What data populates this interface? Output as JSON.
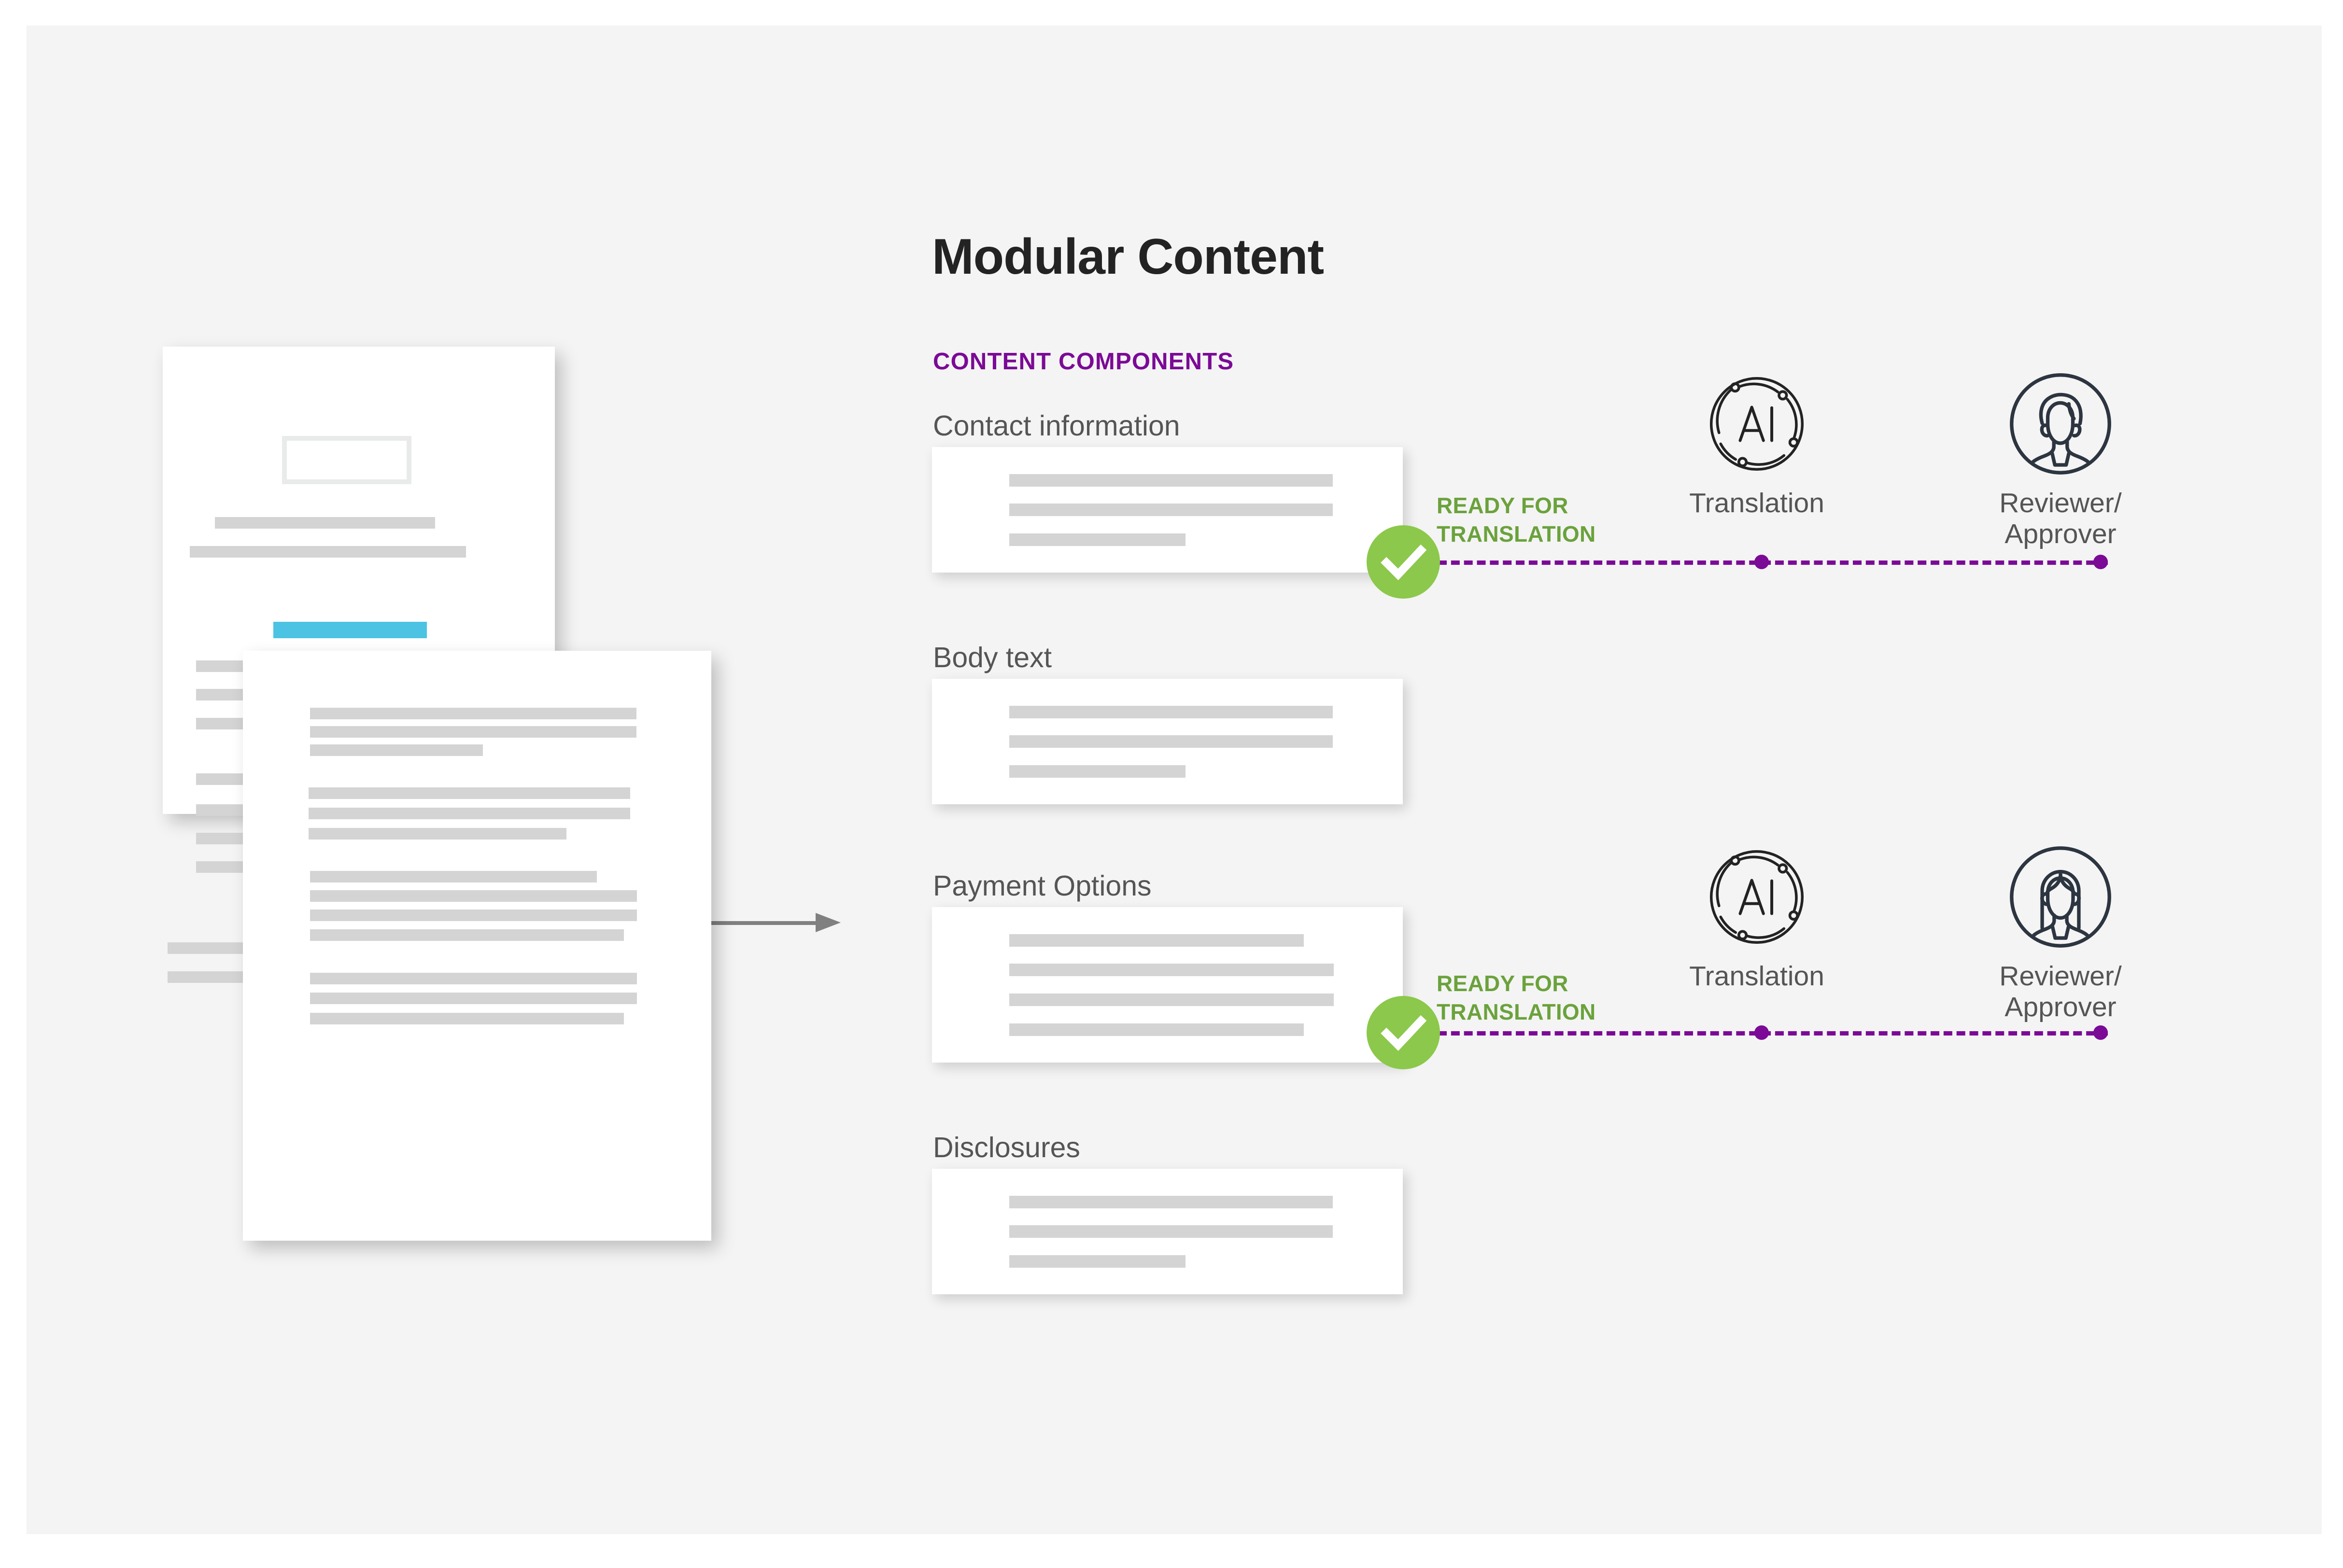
{
  "panel": {
    "background": "#f4f4f4"
  },
  "header": {
    "title": "Modular Content",
    "section_label": "CONTENT COMPONENTS"
  },
  "colors": {
    "accent_purple": "#7b0a96",
    "status_green": "#6ba23c",
    "badge_green": "#8cc84b",
    "highlight_cyan": "#4cc3e3",
    "placeholder_gray": "#d4d4d4",
    "text_gray": "#555555",
    "title_dark": "#232323",
    "icon_dark": "#2c3540",
    "arrow_gray": "#808080"
  },
  "source_documents": {
    "name": "document-stack",
    "back_document": {
      "has_outlined_box": true,
      "highlight_color": "#4cc3e3",
      "line_count": 13
    },
    "front_document": {
      "line_count": 13
    }
  },
  "flow_arrow": {
    "direction": "right",
    "color": "#808080"
  },
  "components": [
    {
      "id": "contact-information",
      "label": "Contact information",
      "lines": 3,
      "status": "READY FOR\nTRANSLATION",
      "has_check": true,
      "check_icon": "check-icon"
    },
    {
      "id": "body-text",
      "label": "Body text",
      "lines": 3,
      "status": "",
      "has_check": false,
      "check_icon": ""
    },
    {
      "id": "payment-options",
      "label": "Payment Options",
      "lines": 4,
      "status": "READY FOR\nTRANSLATION",
      "has_check": true,
      "check_icon": "check-icon"
    },
    {
      "id": "disclosures",
      "label": "Disclosures",
      "lines": 3,
      "status": "",
      "has_check": false,
      "check_icon": ""
    }
  ],
  "workflows": [
    {
      "id": "workflow-top",
      "source_component": "contact-information",
      "stages": [
        {
          "id": "translation-top",
          "icon": "ai-icon",
          "caption": "Translation"
        },
        {
          "id": "reviewer-approver-top",
          "icon": "avatar-person-icon",
          "caption": "Reviewer/\nApprover"
        }
      ],
      "connector": {
        "style": "dashed",
        "color": "#7b0a96",
        "node_count": 2
      }
    },
    {
      "id": "workflow-bottom",
      "source_component": "payment-options",
      "stages": [
        {
          "id": "translation-bottom",
          "icon": "ai-icon",
          "caption": "Translation"
        },
        {
          "id": "reviewer-approver-bottom",
          "icon": "avatar-person-long-hair-icon",
          "caption": "Reviewer/\nApprover"
        }
      ],
      "connector": {
        "style": "dashed",
        "color": "#7b0a96",
        "node_count": 2
      }
    }
  ],
  "ai_icon_label": "AI"
}
